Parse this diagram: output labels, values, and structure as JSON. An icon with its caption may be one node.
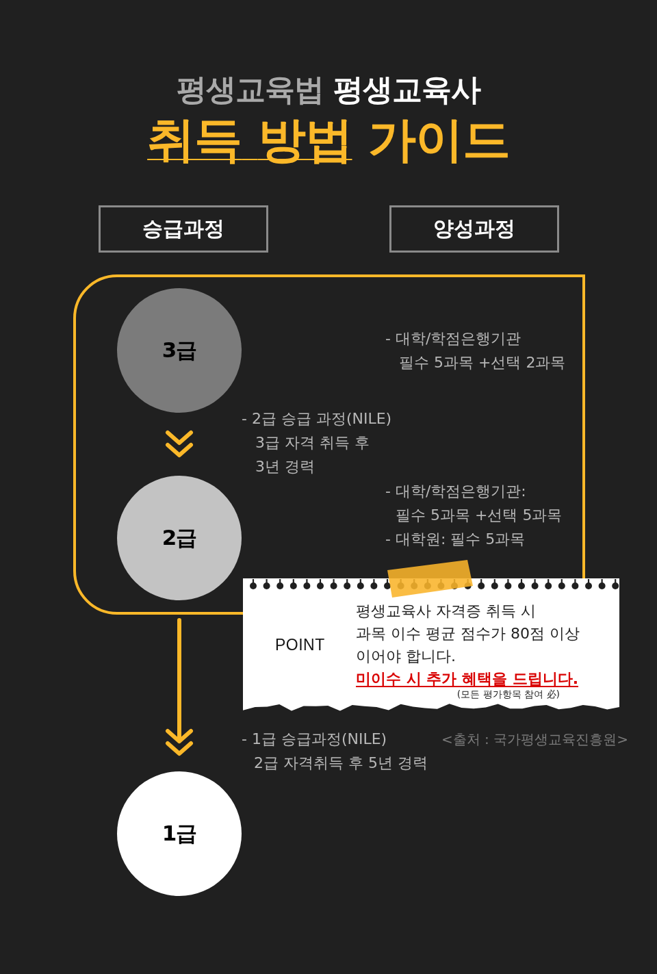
{
  "diagram": {
    "title": "평생교육법 평생교육사 취득 방법 가이드",
    "nodes": [
      {
        "text": [
          "승급과정"
        ]
      },
      {
        "text": [
          "양성과정"
        ]
      },
      {
        "text": [],
        "shape": "box"
      },
      {
        "text": [
          "3급"
        ],
        "in": 2
      },
      {
        "text": [
          "2급"
        ],
        "in": 2
      },
      {
        "text": [
          "POINT",
          "평생교육사 자격증 취득 시 과목 이수 평균 점수가 80점 이상 이어야 합니다.",
          "미이수 시 추가 혜택을 드립니다.",
          "(모든 평가항목 참여 必)"
        ]
      },
      {
        "text": [
          "1급"
        ]
      }
    ],
    "edges": [
      {
        "from": 3,
        "to": 4,
        "arrow": "to"
      },
      {
        "from": 2,
        "to": 6,
        "arrow": "to"
      }
    ],
    "labels": [
      "- 대학/학점은행기관 필수 5과목 +선택 2과목",
      "- 2급 승급 과정(NILE) 3급 자격 취득 후 3년 경력",
      "- 대학/학점은행기관: 필수 5과목 +선택 5과목",
      "- 대학원: 필수 5과목",
      "- 1급 승급과정(NILE) 2급 자격취득 후 5년 경력",
      "<출처 : 국가평생교육진흥원>"
    ]
  }
}
